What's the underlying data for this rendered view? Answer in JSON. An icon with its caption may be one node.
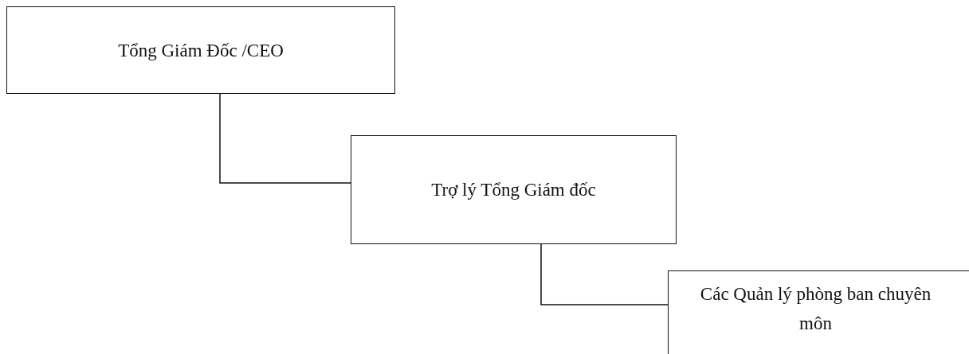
{
  "diagram": {
    "nodes": [
      {
        "text": [
          "Tổng Giám Đốc /CEO"
        ]
      },
      {
        "text": [
          "Trợ lý Tổng Giám đốc"
        ]
      },
      {
        "text": [
          "Các Quản lý phòng ban chuyên môn"
        ]
      }
    ],
    "edges": [
      {
        "from": 0,
        "to": 1,
        "arrow": "none"
      },
      {
        "from": 1,
        "to": 2,
        "arrow": "none"
      }
    ]
  }
}
